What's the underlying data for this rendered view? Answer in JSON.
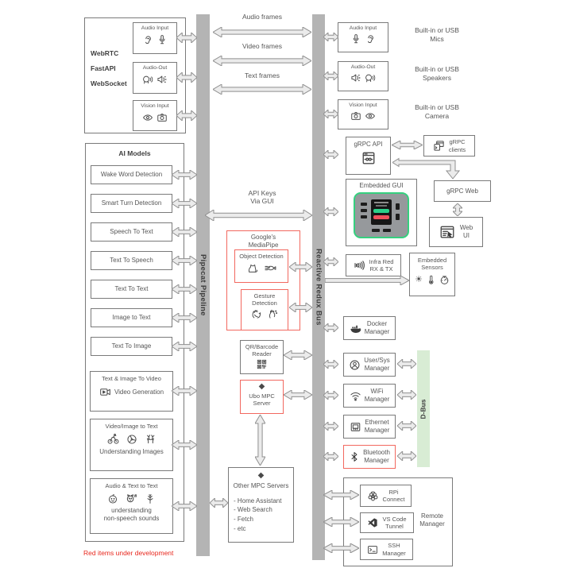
{
  "bars": {
    "pipeline": "Pipecat Pipeline",
    "bus": "Reactive Redux Bus",
    "dbus": "D-Bus"
  },
  "frames": [
    {
      "label": "Audio frames"
    },
    {
      "label": "Video frames"
    },
    {
      "label": "Text frames"
    }
  ],
  "client_stack": {
    "protocols": [
      "WebRTC",
      "FastAPI",
      "WebSocket"
    ],
    "audio_in": {
      "label": "Audio Input",
      "icons": [
        "ear-icon",
        "mic-icon"
      ]
    },
    "audio_out": {
      "label": "Audio-Out",
      "icons": [
        "speech-head-icon",
        "speaker-icon"
      ]
    },
    "vision_in": {
      "label": "Vision Input",
      "icons": [
        "eye-icon",
        "camera-icon"
      ]
    }
  },
  "ai_models": {
    "title": "AI Models",
    "simple": [
      "Wake Word Detection",
      "Smart Turn Detection",
      "Speech To Text",
      "Text To Speech",
      "Text To Text",
      "Image to Text",
      "Text To Image"
    ],
    "video_gen": {
      "title": "Text & Image  To Video",
      "label": "Video Generation",
      "icons": [
        "video-play-icon"
      ]
    },
    "image_understanding": {
      "title": "Video/Image to Text",
      "label": "Understanding Images",
      "icons": [
        "cyclist-icon",
        "fan-icon",
        "deer-icon"
      ]
    },
    "sound_understanding": {
      "title": "Audio & Text  to Text",
      "label": "understanding\nnon-speech sounds",
      "icons": [
        "baby-face-icon",
        "dog-icon",
        "leaves-icon"
      ]
    }
  },
  "middle": {
    "api_keys": "API Keys\nVia GUI",
    "mediapipe": {
      "title": "Google's\nMediaPipe",
      "object_detection": {
        "label": "Object Detection",
        "icons": [
          "cat-icon",
          "fish-icon"
        ]
      },
      "gesture_detection": {
        "label": "Gesture\nDetection",
        "icons": [
          "clap-icon",
          "sign-hand-icon"
        ]
      }
    },
    "qr": {
      "label": "QR/Barcode\nReader",
      "icons": [
        "qr-icon"
      ]
    },
    "ubo_mpc": {
      "label": "Ubo MPC\nServer",
      "icons": [
        "diamond-icon"
      ]
    },
    "other_mpc": {
      "label": "Other MPC Servers",
      "icons": [
        "diamond-icon"
      ],
      "items": [
        "- Home Assistant",
        "- Web Search",
        "- Fetch",
        "- etc"
      ]
    }
  },
  "devices": {
    "audio_in": {
      "label": "Audio Input",
      "caption": "Built-in or USB\nMics",
      "icons": [
        "mic-icon",
        "ear-icon"
      ]
    },
    "audio_out": {
      "label": "Audio-Out",
      "caption": "Built-in or USB\nSpeakers",
      "icons": [
        "speaker-icon",
        "speech-head-icon"
      ]
    },
    "vision_in": {
      "label": "Vision Input",
      "caption": "Built-in or USB\nCamera",
      "icons": [
        "camera-icon",
        "eye-icon"
      ]
    }
  },
  "grpc": {
    "api": "gRPC API",
    "clients": "gRPC\nclients",
    "web": "gRPC Web",
    "webui": "Web\nUI",
    "icons": [
      "grpc-window-icon",
      "grpc-clients-icon",
      "browser-cursor-icon"
    ]
  },
  "embedded_gui": {
    "label": "Embedded GUI"
  },
  "infrared": {
    "label": "Infra Red\nRX & TX",
    "icons": [
      "ir-waves-icon"
    ]
  },
  "sensors": {
    "label": "Embedded\nSensors",
    "icons": [
      "sun-icon",
      "thermometer-icon",
      "gauge-icon"
    ]
  },
  "managers": [
    {
      "label": "Docker\nManager",
      "icon": "docker-whale-icon",
      "red": false
    },
    {
      "label": "User/Sys\nManager",
      "icon": "user-circle-icon",
      "red": false
    },
    {
      "label": "WiFi\nManager",
      "icon": "wifi-icon",
      "red": false
    },
    {
      "label": "Ethernet\nManager",
      "icon": "ethernet-icon",
      "red": false
    },
    {
      "label": "Bluetooth\nManager",
      "icon": "bluetooth-icon",
      "red": true
    }
  ],
  "remote": {
    "label": "Remote\nManager",
    "items": [
      {
        "label": "RPi\nConnect",
        "icon": "raspberry-icon"
      },
      {
        "label": "VS Code\nTunnel",
        "icon": "vscode-icon"
      },
      {
        "label": "SSH\nManager",
        "icon": "terminal-icon"
      }
    ]
  },
  "note": "Red items under development",
  "colors": {
    "bus_gray": "#b4b4b4",
    "dbus_green": "#d8ecd4",
    "red_outline": "#f2685f",
    "note_red": "#e8281e",
    "gui_green": "#35d07f",
    "screen_green": "#2bd089",
    "screen_red": "#f0505c"
  }
}
